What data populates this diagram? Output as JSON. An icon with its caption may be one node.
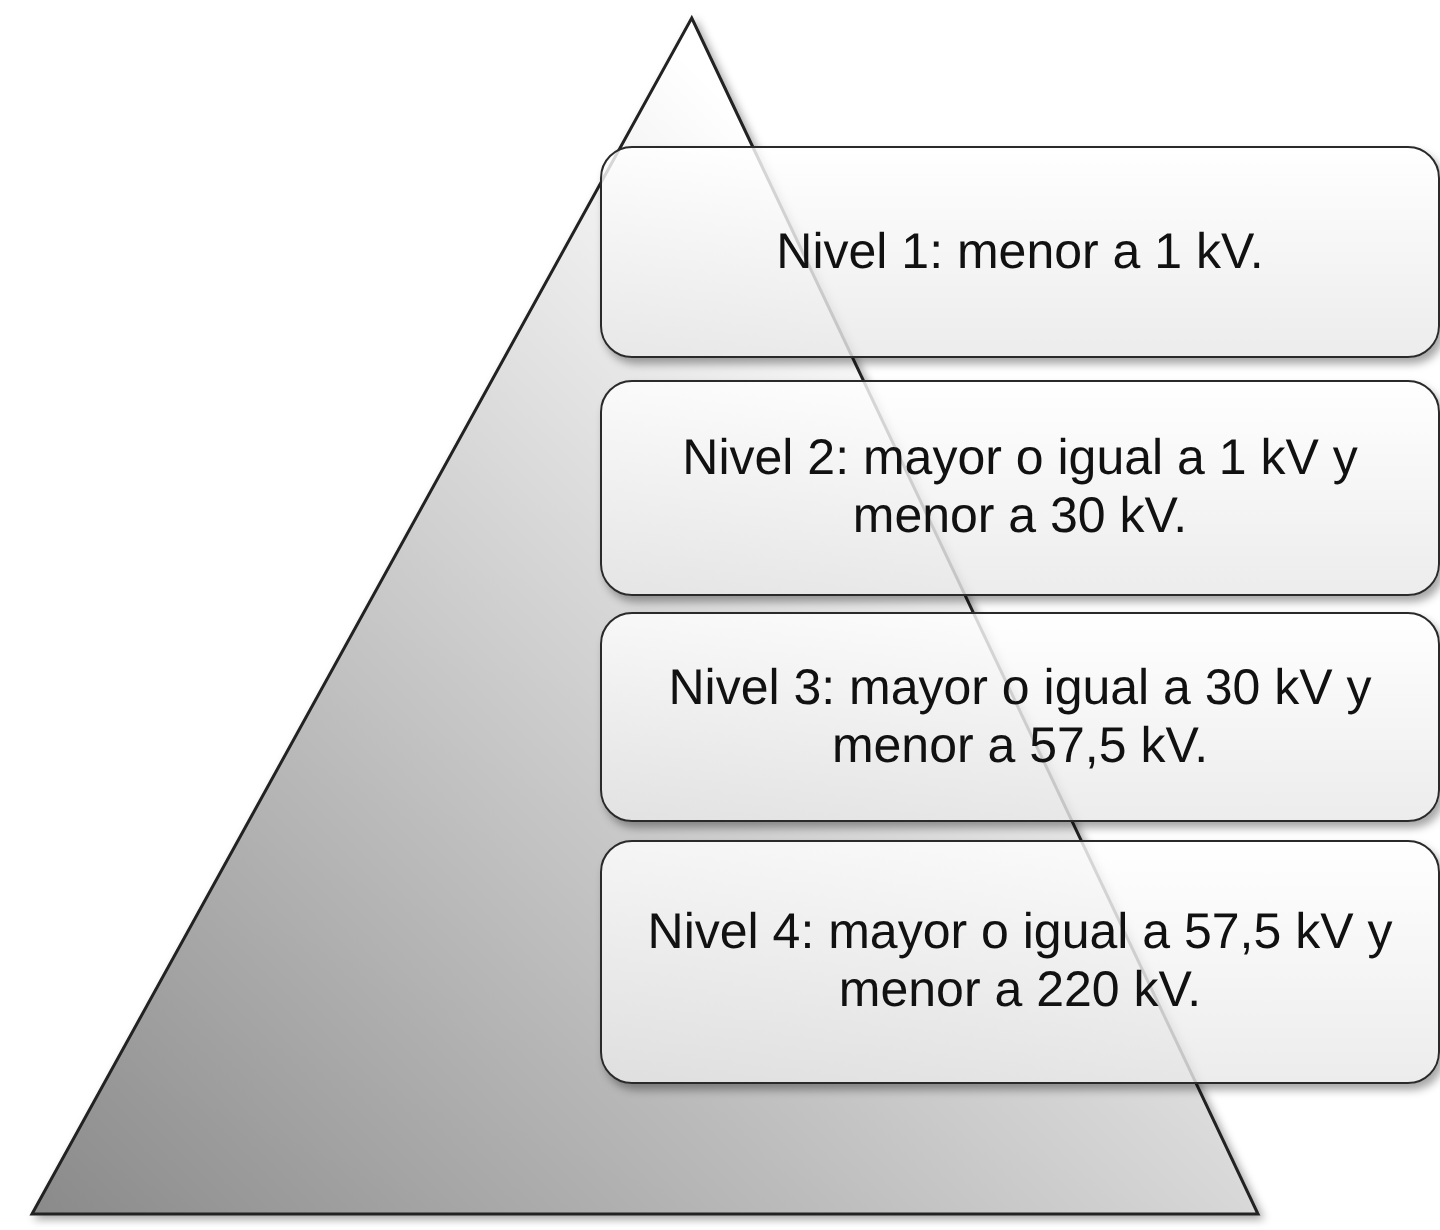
{
  "diagram": {
    "nodes": [
      {
        "text": [],
        "shape": "triangle"
      },
      {
        "text": [
          "Nivel 1: menor a 1 kV."
        ]
      },
      {
        "text": [
          "Nivel 2: mayor o igual a 1 kV y menor a 30 kV."
        ]
      },
      {
        "text": [
          "Nivel 3: mayor o igual a 30 kV y menor a 57,5 kV."
        ]
      },
      {
        "text": [
          "Nivel 4: mayor o igual a 57,5 kV y menor a 220 kV."
        ]
      }
    ]
  }
}
